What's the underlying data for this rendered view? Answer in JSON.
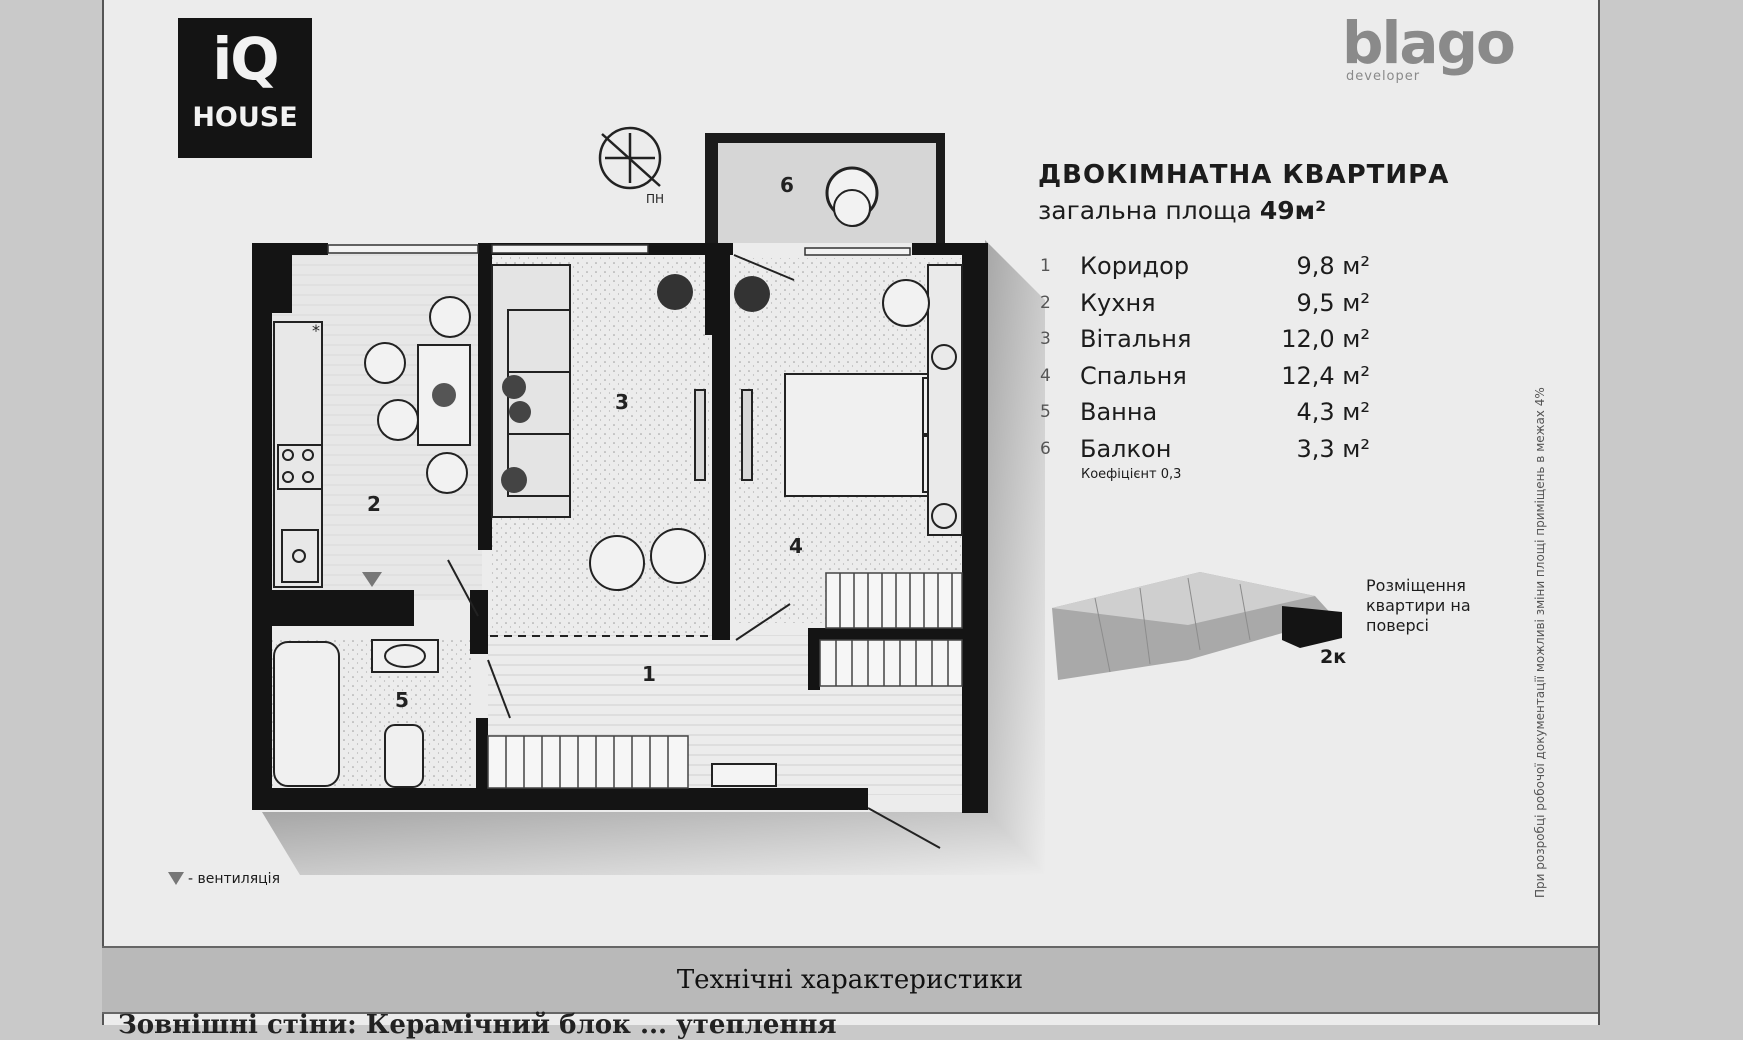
{
  "brand": {
    "iq_logo_top": "iQ",
    "iq_logo_bottom": "HOUSE",
    "developer_logo": "blago",
    "developer_logo_sub": "developer"
  },
  "header": {
    "title": "ДВОКІМНАТНА КВАРТИРА",
    "subtitle_prefix": "загальна площа",
    "total_area": "49м²"
  },
  "rooms": [
    {
      "num": "1",
      "name": "Коридор",
      "area": "9,8 м²"
    },
    {
      "num": "2",
      "name": "Кухня",
      "area": "9,5 м²"
    },
    {
      "num": "3",
      "name": "Вітальня",
      "area": "12,0 м²"
    },
    {
      "num": "4",
      "name": "Спальня",
      "area": "12,4 м²"
    },
    {
      "num": "5",
      "name": "Ванна",
      "area": "4,3 м²"
    },
    {
      "num": "6",
      "name": "Балкон",
      "area": "3,3 м²"
    }
  ],
  "balcony_coefficient": "Коефіцієнт 0,3",
  "placement": {
    "label": "Розміщення квартири на поверсі",
    "floor_tag": "2к"
  },
  "compass_label": "ПН",
  "plan_labels": [
    "1",
    "2",
    "3",
    "4",
    "5",
    "6"
  ],
  "legend": {
    "vent": "- вентиляція"
  },
  "side_note": "При розробці робочої документації можливі зміни площі приміщень в межах 4%",
  "footer": {
    "tech_heading": "Технічні характеристики",
    "cut_text": "Зовнішні стіни: Керамічний блок ... утеплення"
  },
  "colors": {
    "wall": "#141414",
    "paper": "#ececec",
    "band": "#b9b9b9"
  }
}
